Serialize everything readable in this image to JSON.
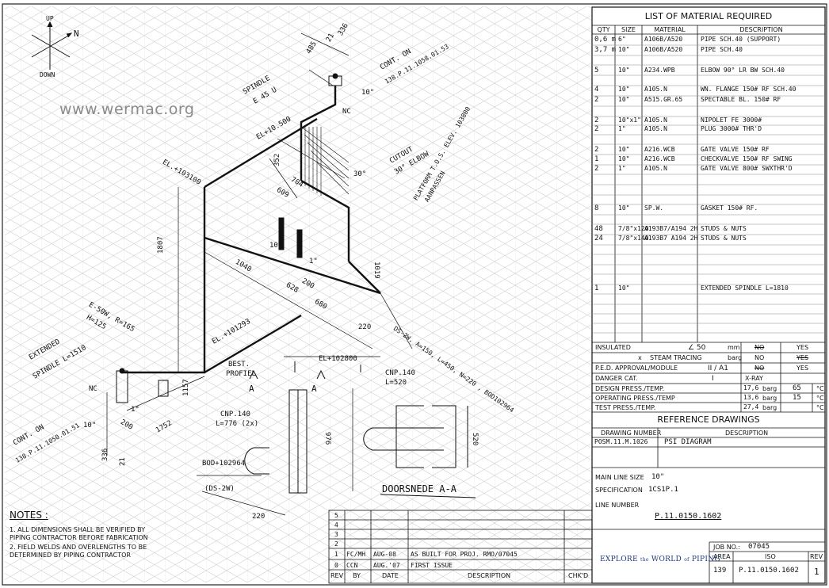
{
  "watermark": "www.wermac.org",
  "compass": {
    "up": "UP",
    "down": "DOWN",
    "north": "N"
  },
  "bom": {
    "title": "LIST OF MATERIAL REQUIRED",
    "headers": {
      "qty": "QTY",
      "size": "SIZE",
      "material": "MATERIAL",
      "description": "DESCRIPTION"
    },
    "rows": [
      {
        "qty": "0,6 m",
        "size": "6\"",
        "material": "A106B/A520",
        "desc": "PIPE SCH.40  (SUPPORT)"
      },
      {
        "qty": "3,7 m",
        "size": "10\"",
        "material": "A106B/A520",
        "desc": "PIPE SCH.40"
      },
      {
        "qty": "5",
        "size": "10\"",
        "material": "A234.WPB",
        "desc": "ELBOW 90° LR BW SCH.40"
      },
      {
        "qty": "4",
        "size": "10\"",
        "material": "A105.N",
        "desc": "WN. FLANGE 150# RF SCH.40"
      },
      {
        "qty": "2",
        "size": "10\"",
        "material": "A515.GR.65",
        "desc": "SPECTABLE BL. 150# RF"
      },
      {
        "qty": "2",
        "size": "10\"x1\"",
        "material": "A105.N",
        "desc": "NIPOLET FE 3000#"
      },
      {
        "qty": "2",
        "size": "1\"",
        "material": "A105.N",
        "desc": "PLUG 3000# THR'D"
      },
      {
        "qty": "2",
        "size": "10\"",
        "material": "A216.WCB",
        "desc": "GATE VALVE 150# RF"
      },
      {
        "qty": "1",
        "size": "10\"",
        "material": "A216.WCB",
        "desc": "CHECKVALVE 150# RF SWING"
      },
      {
        "qty": "2",
        "size": "1\"",
        "material": "A105.N",
        "desc": "GATE VALVE 800# SWXTHR'D"
      },
      {
        "qty": "8",
        "size": "10\"",
        "material": "SP.W.",
        "desc": "GASKET 150# RF."
      },
      {
        "qty": "48",
        "size": "7/8\"x120",
        "material": "A193B7/A194 2H",
        "desc": "STUDS & NUTS"
      },
      {
        "qty": "24",
        "size": "7/8\"x140",
        "material": "A193B7 A194 2H",
        "desc": "STUDS & NUTS"
      },
      {
        "qty": "1",
        "size": "10\"",
        "material": "",
        "desc": "EXTENDED SPINDLE L=1810"
      }
    ]
  },
  "info": {
    "insulated": "INSULATED",
    "insul_val": "∠ 50",
    "insul_unit": "mm",
    "no1": "NO",
    "yes1": "YES",
    "x": "x",
    "steam": "STEAM TRACING",
    "barg0": "barg",
    "no2": "NO",
    "yes2": "YES",
    "ped": "P.E.D. APPROVAL/MODULE",
    "ped_val": "II / A1",
    "no3": "NO",
    "yes3": "YES",
    "danger": "DANGER CAT.",
    "danger_val": "I",
    "xray": "X-RAY",
    "design": "DESIGN PRESS./TEMP.",
    "design_p": "17,6",
    "design_t": "65",
    "operating": "OPERATING PRESS./TEMP",
    "operating_p": "13,6",
    "operating_t": "15",
    "test": "TEST PRESS./TEMP.",
    "test_p": "27,4",
    "barg": "barg",
    "degc": "°C"
  },
  "reference": {
    "title": "REFERENCE  DRAWINGS",
    "col_number": "DRAWING NUMBER",
    "col_desc": "DESCRIPTION",
    "number": "POSM.11.M.1026",
    "desc": "PSI DIAGRAM"
  },
  "line": {
    "main_label": "MAIN LINE SIZE",
    "main_val": "10\"",
    "spec_label": "SPECIFICATION",
    "spec_val": "1CS1P.1",
    "number_label": "LINE NUMBER",
    "number_val": "P.11.0150.1602"
  },
  "title_block": {
    "job_label": "JOB NO.:",
    "job_val": "07045",
    "area_label": "AREA",
    "iso_label": "ISO",
    "rev_label": "REV",
    "area_val": "139",
    "iso_val": "P.11.0150.1602",
    "rev_val": "1",
    "logo_a": "EXPLORE",
    "logo_b": "the",
    "logo_c": "WORLD",
    "logo_d": "of",
    "logo_e": "PIPING"
  },
  "revisions": {
    "rows": [
      {
        "rev": "5",
        "by": "",
        "date": "",
        "desc": ""
      },
      {
        "rev": "4",
        "by": "",
        "date": "",
        "desc": ""
      },
      {
        "rev": "3",
        "by": "",
        "date": "",
        "desc": ""
      },
      {
        "rev": "2",
        "by": "",
        "date": "",
        "desc": ""
      },
      {
        "rev": "1",
        "by": "FC/MH",
        "date": "AUG-08",
        "desc": "AS BUILT FOR PROJ. RMO/07045"
      },
      {
        "rev": "0",
        "by": "CCN",
        "date": "AUG.'07",
        "desc": "FIRST ISSUE"
      }
    ],
    "hdr_rev": "REV",
    "hdr_by": "BY",
    "hdr_date": "DATE",
    "hdr_desc": "DESCRIPTION",
    "hdr_chk": "CHK'D"
  },
  "notes": {
    "title": "NOTES :",
    "n1a": "1. ALL DIMENSIONS SHALL BE VERIFIED BY",
    "n1b": "    PIPING CONTRACTOR BEFORE FABRICATION",
    "n2a": "2. FIELD WELDS AND OVERLENGTHS TO BE",
    "n2b": "    DETERMINED BY PIPING CONTRACTOR"
  },
  "labels": {
    "spindle_top": "SPINDLE",
    "spindle_top2": "E 45 U",
    "cont_on_top": "CONT. ON",
    "cont_on_top2": "138.P.11.1058.01.53",
    "d485": "485",
    "d21": "21",
    "d336": "336",
    "el_10500": "EL+10.500",
    "d10a": "10\"",
    "nc_top": "NC",
    "cutout": "CUTOUT",
    "cutout2": "30° ELBOW",
    "d30": "30°",
    "d352": "352",
    "d704": "704",
    "d609": "609",
    "platform": "PLATFORM T.O.S. ELEV. 103800",
    "platform2": "AANPASSEN",
    "el_103100": "EL.+103100",
    "d1807": "1807",
    "d1040": "1040",
    "d10b": "10\"",
    "d1a": "1\"",
    "d200": "200",
    "d628": "628",
    "d680": "680",
    "d1019": "1019",
    "d220": "220",
    "el_101293": "EL.+101293",
    "ds2w": "DS-2W, A=150, L=450, N=220 , BOD102964",
    "ext_spindle_l": "EXTENDED",
    "ext_spindle_l2": "SPINDLE L=1510",
    "e50": "E-50W, R=165",
    "e50b": "H=125",
    "nc_left": "NC",
    "d1b": "1\"",
    "d10c": "10\"",
    "d1157": "1157",
    "d1752": "1752",
    "d200b": "200",
    "cont_on_left": "CONT. ON",
    "cont_on_left2": "138.P.11.1050.01.51",
    "d336b": "336",
    "d21b": "21",
    "best": "BEST.",
    "profiel": "PROFIEL",
    "el_102800": "EL+102800",
    "sec_a1": "A",
    "sec_a2": "A",
    "cnp140a": "CNP.140",
    "cnp140a2": "L=776  (2x)",
    "d976": "976",
    "bod": "BOD+102964",
    "ds2w_b": "(DS-2W)",
    "d220b": "220",
    "cnp140b": "CNP.140",
    "cnp140b2": "L=520",
    "d520": "520",
    "doorsnede": "DOORSNEDE  A-A"
  }
}
